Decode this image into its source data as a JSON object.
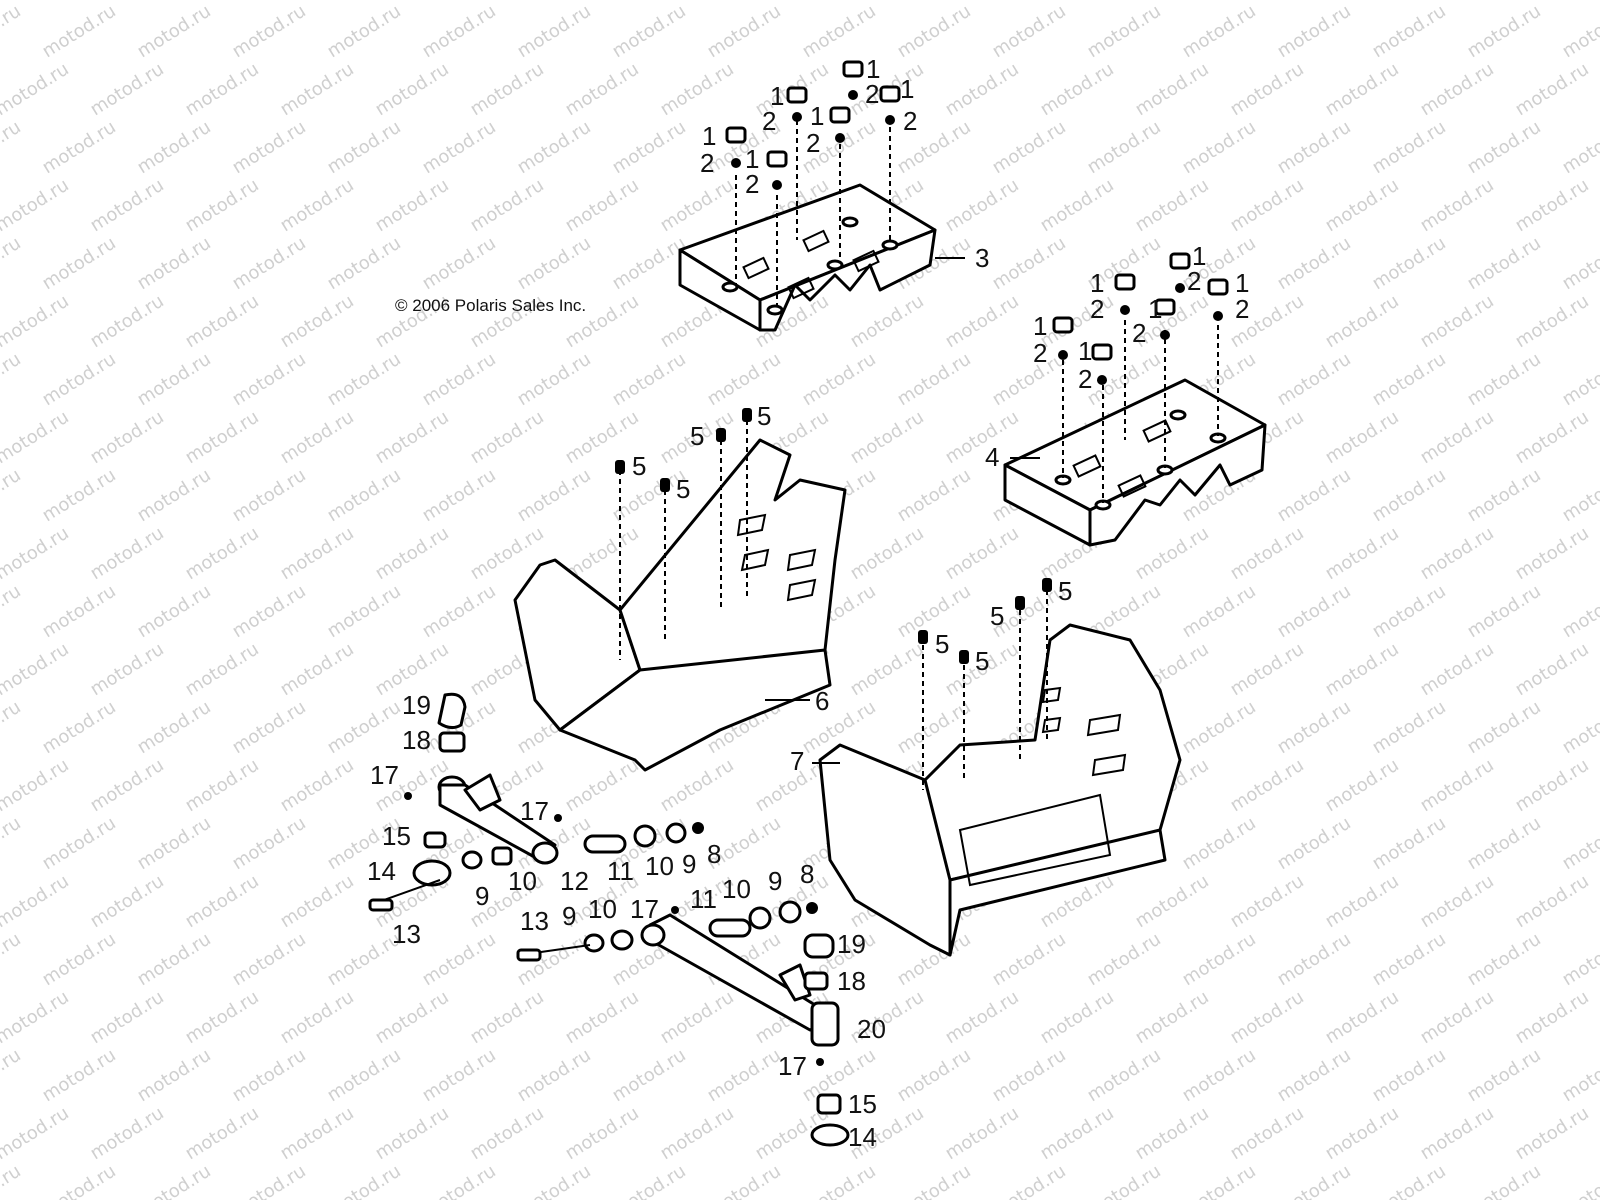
{
  "copyright": "© 2006 Polaris Sales Inc.",
  "watermark": "motod.ru",
  "callouts": {
    "c1": "1",
    "c2": "2",
    "c3": "3",
    "c4": "4",
    "c5": "5",
    "c6": "6",
    "c7": "7",
    "c8": "8",
    "c9": "9",
    "c10": "10",
    "c11": "11",
    "c12": "12",
    "c13": "13",
    "c14": "14",
    "c15": "15",
    "c17": "17",
    "c18": "18",
    "c19": "19",
    "c20": "20"
  }
}
